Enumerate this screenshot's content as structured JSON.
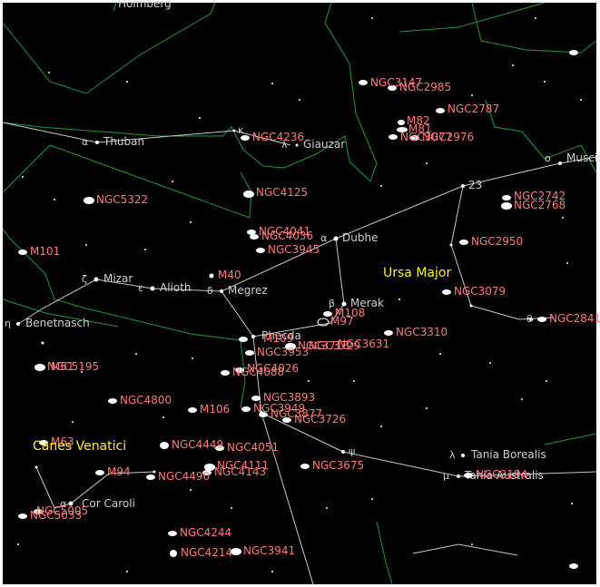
{
  "constellations": [
    "Ursa Major",
    "Canes Venatici"
  ],
  "stars": [
    {
      "name": "Thuban",
      "greek": "α"
    },
    {
      "name": "Giauzar",
      "greek": "λ"
    },
    {
      "name": "Dubhe",
      "greek": "α"
    },
    {
      "name": "Merak",
      "greek": "β"
    },
    {
      "name": "Phecda",
      "greek": "γ"
    },
    {
      "name": "Megrez",
      "greek": "δ"
    },
    {
      "name": "Alioth",
      "greek": "ε"
    },
    {
      "name": "Mizar",
      "greek": "ζ"
    },
    {
      "name": "Benetnasch",
      "greek": "η"
    },
    {
      "name": "Muscida",
      "greek": "ο"
    },
    {
      "name": "Tania Borealis",
      "greek": "λ"
    },
    {
      "name": "Tania Australis",
      "greek": "μ"
    },
    {
      "name": "Cor Caroli",
      "greek": "α"
    },
    {
      "name": "23",
      "greek": ""
    },
    {
      "name": "",
      "greek": "θ"
    },
    {
      "name": "",
      "greek": "ψ"
    },
    {
      "name": "",
      "greek": "κ"
    }
  ],
  "objects": [
    "NGC3147",
    "NGC2985",
    "NGC2787",
    "M82",
    "M81",
    "NGC3077",
    "NGC2976",
    "NGC4236",
    "NGC5322",
    "NGC4125",
    "NGC2742",
    "NGC2768",
    "NGC4041",
    "NGC4036",
    "NGC3945",
    "NGC2950",
    "M101",
    "M40",
    "NGC3079",
    "M108",
    "M97",
    "NGC2841",
    "NGC3631",
    "NGC3310",
    "M109",
    "NGC3953",
    "NGC3718",
    "NGC3729",
    "NGC5195",
    "M51",
    "NGC4026",
    "NGC4088",
    "NGC3893",
    "NGC4800",
    "M106",
    "NGC3949",
    "NGC3877",
    "NGC3726",
    "NGC4449",
    "NGC4051",
    "M63",
    "NGC3675",
    "NGC4111",
    "NGC4143",
    "M94",
    "NGC4490",
    "NGC3184",
    "NGC5005",
    "NGC5033",
    "NGC4244",
    "NGC4214",
    "NGC3941",
    "Holmberg"
  ]
}
